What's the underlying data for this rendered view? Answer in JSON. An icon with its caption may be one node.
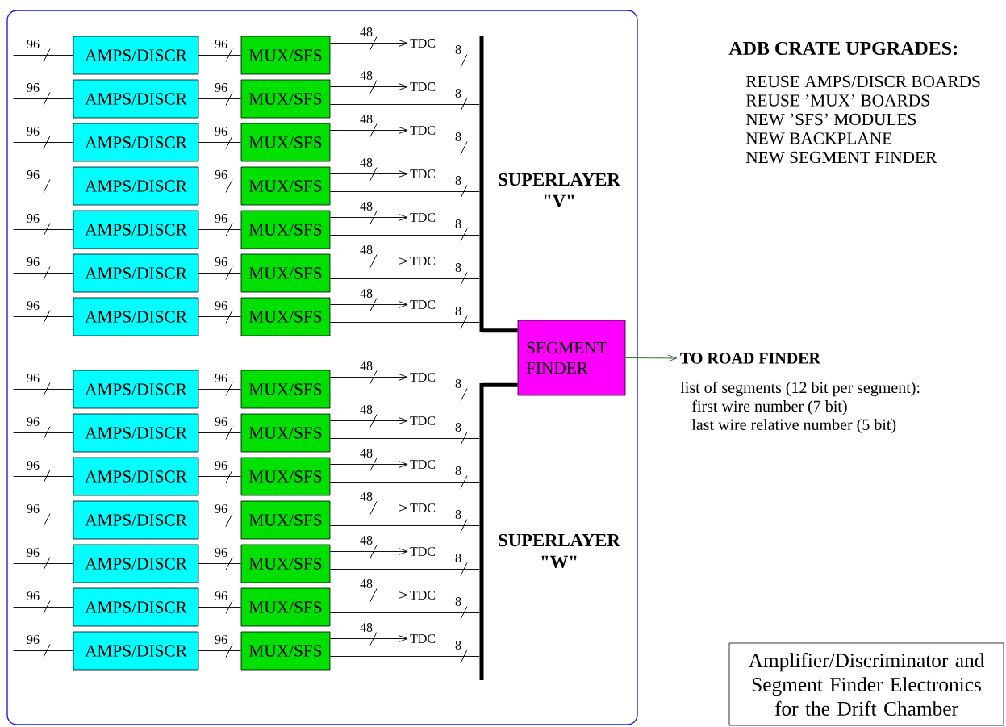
{
  "diagram": {
    "title": "Amplifier/Discriminator and Segment Finder Electronics for the Drift Chamber",
    "nodes": [
      {
        "text": [],
        "shape": "box"
      },
      {
        "text": [
          "AMPS/DISCR"
        ],
        "in": 0
      },
      {
        "text": [
          "MUX/SFS"
        ],
        "in": 0
      },
      {
        "text": [
          "TDC"
        ],
        "in": 0
      },
      {
        "text": [
          "AMPS/DISCR"
        ],
        "in": 0
      },
      {
        "text": [
          "MUX/SFS"
        ],
        "in": 0
      },
      {
        "text": [
          "TDC"
        ],
        "in": 0
      },
      {
        "text": [
          "AMPS/DISCR"
        ],
        "in": 0
      },
      {
        "text": [
          "MUX/SFS"
        ],
        "in": 0
      },
      {
        "text": [
          "TDC"
        ],
        "in": 0
      },
      {
        "text": [
          "AMPS/DISCR"
        ],
        "in": 0
      },
      {
        "text": [
          "MUX/SFS"
        ],
        "in": 0
      },
      {
        "text": [
          "TDC"
        ],
        "in": 0
      },
      {
        "text": [
          "AMPS/DISCR"
        ],
        "in": 0
      },
      {
        "text": [
          "MUX/SFS"
        ],
        "in": 0
      },
      {
        "text": [
          "TDC"
        ],
        "in": 0
      },
      {
        "text": [
          "AMPS/DISCR"
        ],
        "in": 0
      },
      {
        "text": [
          "MUX/SFS"
        ],
        "in": 0
      },
      {
        "text": [
          "TDC"
        ],
        "in": 0
      },
      {
        "text": [
          "AMPS/DISCR"
        ],
        "in": 0
      },
      {
        "text": [
          "MUX/SFS"
        ],
        "in": 0
      },
      {
        "text": [
          "TDC"
        ],
        "in": 0
      },
      {
        "text": [],
        "shape": "bar",
        "in": 0,
        "beside": [
          "SUPERLAYER \"V\""
        ]
      },
      {
        "text": [
          "SEGMENT FINDER"
        ],
        "in": 0
      },
      {
        "text": [
          "AMPS/DISCR"
        ],
        "in": 0
      },
      {
        "text": [
          "MUX/SFS"
        ],
        "in": 0
      },
      {
        "text": [
          "TDC"
        ],
        "in": 0
      },
      {
        "text": [
          "AMPS/DISCR"
        ],
        "in": 0
      },
      {
        "text": [
          "MUX/SFS"
        ],
        "in": 0
      },
      {
        "text": [
          "TDC"
        ],
        "in": 0
      },
      {
        "text": [
          "AMPS/DISCR"
        ],
        "in": 0
      },
      {
        "text": [
          "MUX/SFS"
        ],
        "in": 0
      },
      {
        "text": [
          "TDC"
        ],
        "in": 0
      },
      {
        "text": [
          "AMPS/DISCR"
        ],
        "in": 0
      },
      {
        "text": [
          "MUX/SFS"
        ],
        "in": 0
      },
      {
        "text": [
          "TDC"
        ],
        "in": 0
      },
      {
        "text": [
          "AMPS/DISCR"
        ],
        "in": 0
      },
      {
        "text": [
          "MUX/SFS"
        ],
        "in": 0
      },
      {
        "text": [
          "TDC"
        ],
        "in": 0
      },
      {
        "text": [
          "AMPS/DISCR"
        ],
        "in": 0
      },
      {
        "text": [
          "MUX/SFS"
        ],
        "in": 0
      },
      {
        "text": [
          "TDC"
        ],
        "in": 0
      },
      {
        "text": [
          "AMPS/DISCR"
        ],
        "in": 0
      },
      {
        "text": [
          "MUX/SFS"
        ],
        "in": 0
      },
      {
        "text": [
          "TDC"
        ],
        "in": 0
      },
      {
        "text": [],
        "shape": "bar",
        "in": 0,
        "beside": [
          "SUPERLAYER \"W\""
        ]
      },
      {
        "text": [
          "TO ROAD FINDER"
        ]
      }
    ],
    "edges": [
      {
        "from": null,
        "to": 1,
        "arrow": "none",
        "label": "96"
      },
      {
        "from": 1,
        "to": 2,
        "arrow": "none",
        "label": "96"
      },
      {
        "from": 2,
        "to": 3,
        "arrow": "to",
        "label": "48"
      },
      {
        "from": 2,
        "to": 22,
        "arrow": "none",
        "label": "8"
      },
      {
        "from": null,
        "to": 4,
        "arrow": "none",
        "label": "96"
      },
      {
        "from": 4,
        "to": 5,
        "arrow": "none",
        "label": "96"
      },
      {
        "from": 5,
        "to": 6,
        "arrow": "to",
        "label": "48"
      },
      {
        "from": 5,
        "to": 22,
        "arrow": "none",
        "label": "8"
      },
      {
        "from": null,
        "to": 7,
        "arrow": "none",
        "label": "96"
      },
      {
        "from": 7,
        "to": 8,
        "arrow": "none",
        "label": "96"
      },
      {
        "from": 8,
        "to": 9,
        "arrow": "to",
        "label": "48"
      },
      {
        "from": 8,
        "to": 22,
        "arrow": "none",
        "label": "8"
      },
      {
        "from": null,
        "to": 10,
        "arrow": "none",
        "label": "96"
      },
      {
        "from": 10,
        "to": 11,
        "arrow": "none",
        "label": "96"
      },
      {
        "from": 11,
        "to": 12,
        "arrow": "to",
        "label": "48"
      },
      {
        "from": 11,
        "to": 22,
        "arrow": "none",
        "label": "8"
      },
      {
        "from": null,
        "to": 13,
        "arrow": "none",
        "label": "96"
      },
      {
        "from": 13,
        "to": 14,
        "arrow": "none",
        "label": "96"
      },
      {
        "from": 14,
        "to": 15,
        "arrow": "to",
        "label": "48"
      },
      {
        "from": 14,
        "to": 22,
        "arrow": "none",
        "label": "8"
      },
      {
        "from": null,
        "to": 16,
        "arrow": "none",
        "label": "96"
      },
      {
        "from": 16,
        "to": 17,
        "arrow": "none",
        "label": "96"
      },
      {
        "from": 17,
        "to": 18,
        "arrow": "to",
        "label": "48"
      },
      {
        "from": 17,
        "to": 22,
        "arrow": "none",
        "label": "8"
      },
      {
        "from": null,
        "to": 19,
        "arrow": "none",
        "label": "96"
      },
      {
        "from": 19,
        "to": 20,
        "arrow": "none",
        "label": "96"
      },
      {
        "from": 20,
        "to": 21,
        "arrow": "to",
        "label": "48"
      },
      {
        "from": 20,
        "to": 22,
        "arrow": "none",
        "label": "8"
      },
      {
        "from": null,
        "to": 24,
        "arrow": "none",
        "label": "96"
      },
      {
        "from": 24,
        "to": 25,
        "arrow": "none",
        "label": "96"
      },
      {
        "from": 25,
        "to": 26,
        "arrow": "to",
        "label": "48"
      },
      {
        "from": 25,
        "to": 45,
        "arrow": "none",
        "label": "8"
      },
      {
        "from": null,
        "to": 27,
        "arrow": "none",
        "label": "96"
      },
      {
        "from": 27,
        "to": 28,
        "arrow": "none",
        "label": "96"
      },
      {
        "from": 28,
        "to": 29,
        "arrow": "to",
        "label": "48"
      },
      {
        "from": 28,
        "to": 45,
        "arrow": "none",
        "label": "8"
      },
      {
        "from": null,
        "to": 30,
        "arrow": "none",
        "label": "96"
      },
      {
        "from": 30,
        "to": 31,
        "arrow": "none",
        "label": "96"
      },
      {
        "from": 31,
        "to": 32,
        "arrow": "to",
        "label": "48"
      },
      {
        "from": 31,
        "to": 45,
        "arrow": "none",
        "label": "8"
      },
      {
        "from": null,
        "to": 33,
        "arrow": "none",
        "label": "96"
      },
      {
        "from": 33,
        "to": 34,
        "arrow": "none",
        "label": "96"
      },
      {
        "from": 34,
        "to": 35,
        "arrow": "to",
        "label": "48"
      },
      {
        "from": 34,
        "to": 45,
        "arrow": "none",
        "label": "8"
      },
      {
        "from": null,
        "to": 36,
        "arrow": "none",
        "label": "96"
      },
      {
        "from": 36,
        "to": 37,
        "arrow": "none",
        "label": "96"
      },
      {
        "from": 37,
        "to": 38,
        "arrow": "to",
        "label": "48"
      },
      {
        "from": 37,
        "to": 45,
        "arrow": "none",
        "label": "8"
      },
      {
        "from": null,
        "to": 39,
        "arrow": "none",
        "label": "96"
      },
      {
        "from": 39,
        "to": 40,
        "arrow": "none",
        "label": "96"
      },
      {
        "from": 40,
        "to": 41,
        "arrow": "to",
        "label": "48"
      },
      {
        "from": 40,
        "to": 45,
        "arrow": "none",
        "label": "8"
      },
      {
        "from": null,
        "to": 42,
        "arrow": "none",
        "label": "96"
      },
      {
        "from": 42,
        "to": 43,
        "arrow": "none",
        "label": "96"
      },
      {
        "from": 43,
        "to": 44,
        "arrow": "to",
        "label": "48"
      },
      {
        "from": 43,
        "to": 45,
        "arrow": "none",
        "label": "8"
      },
      {
        "from": 22,
        "to": 23,
        "arrow": "none",
        "style": "thick"
      },
      {
        "from": 45,
        "to": 23,
        "arrow": "none",
        "style": "thick"
      },
      {
        "from": 23,
        "to": 46,
        "arrow": "to",
        "color": "#1f6b1f"
      }
    ],
    "labels": [
      "ADB CRATE UPGRADES:",
      "REUSE AMPS/DISCR BOARDS",
      "REUSE ’MUX’ BOARDS",
      "NEW ’SFS’ MODULES",
      "NEW BACKPLANE",
      "NEW SEGMENT FINDER",
      "list of segments (12 bit per segment):",
      "first wire number (7 bit)",
      "last wire relative number (5 bit)"
    ]
  }
}
